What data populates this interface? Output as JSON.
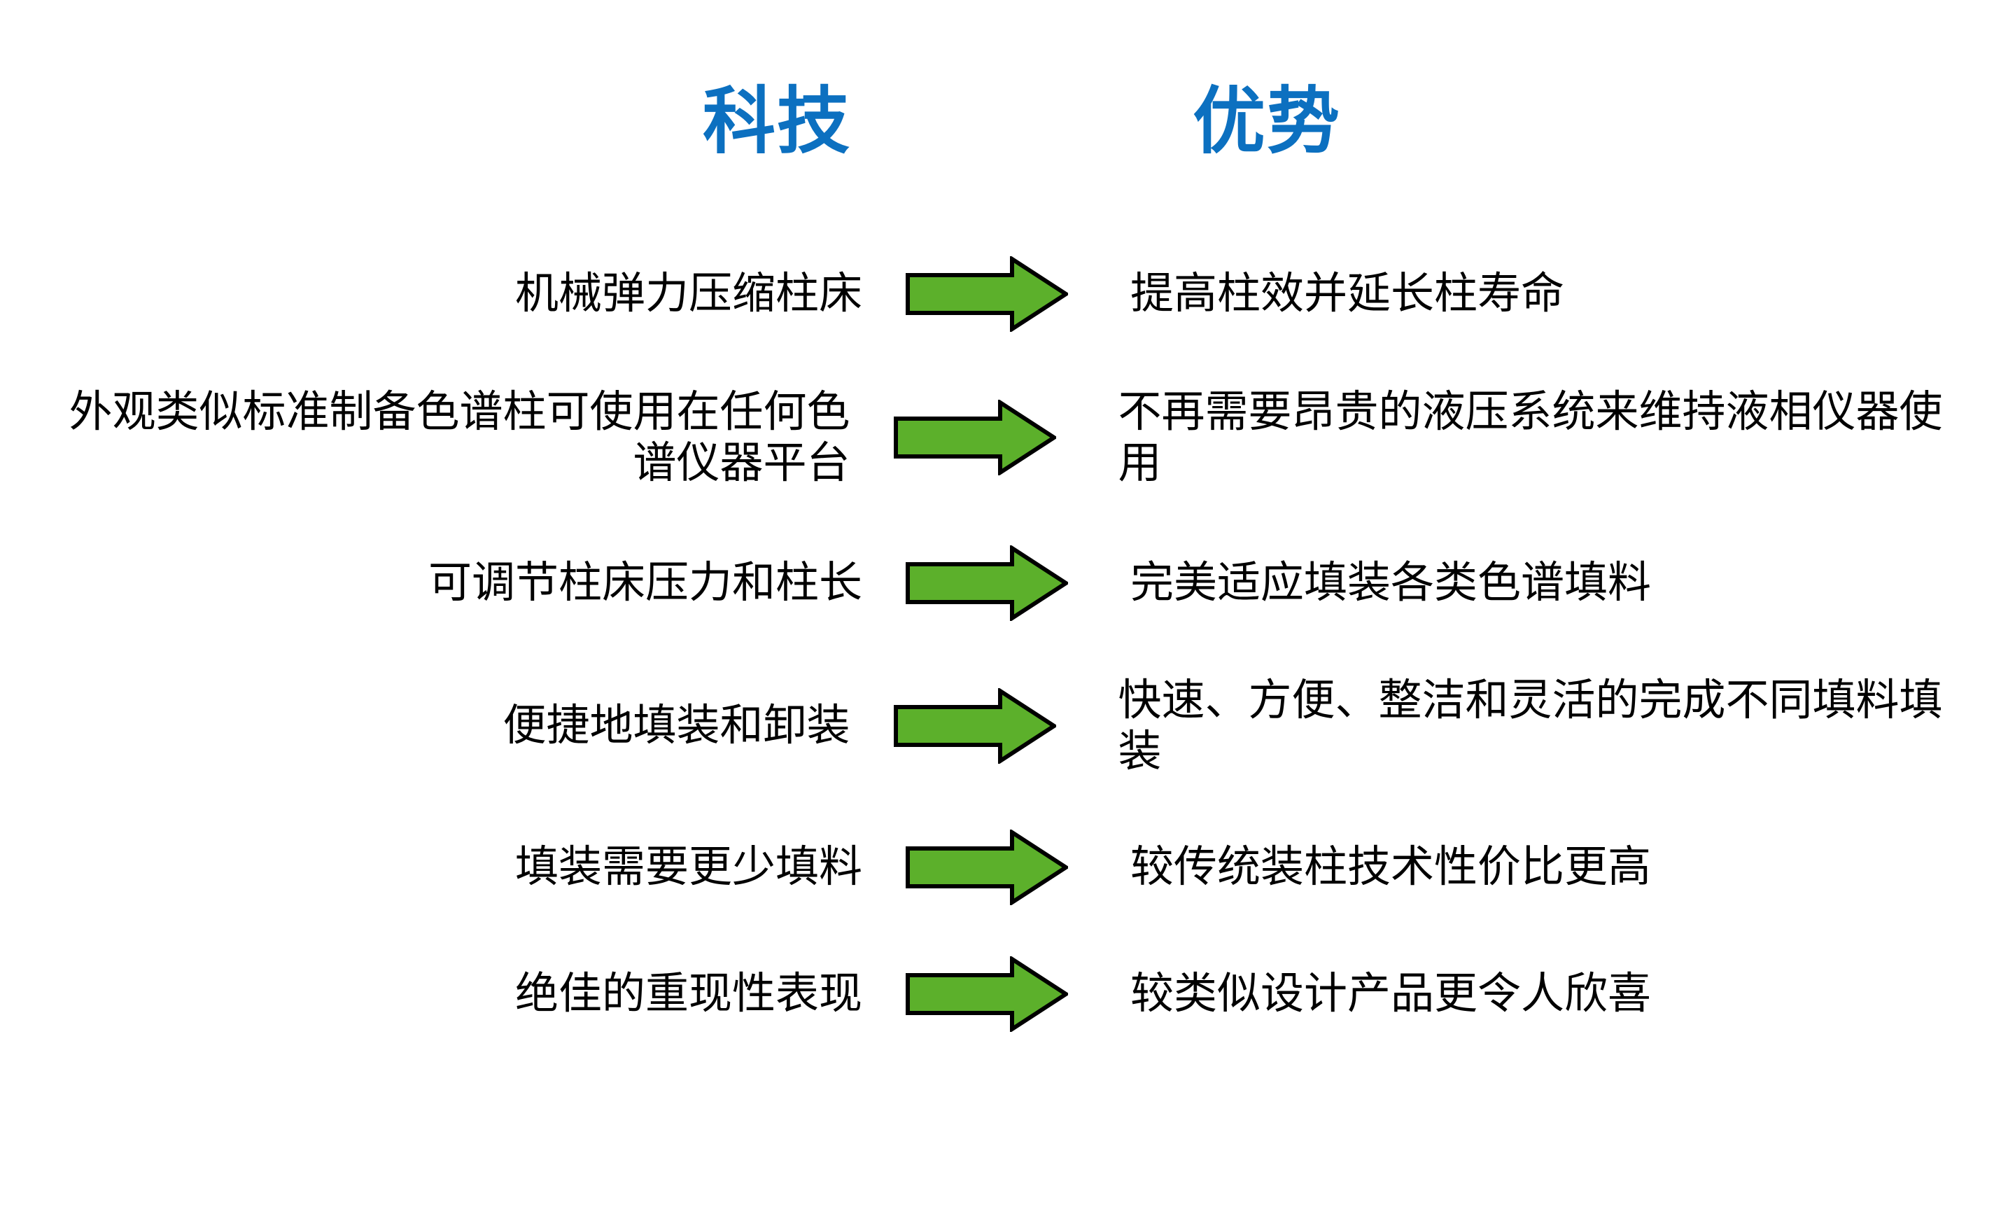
{
  "slide": {
    "background_color": "#FFFFFF",
    "header_color": "#0C70C0",
    "arrow_fill_color": "#5CB02B",
    "arrow_stroke_color": "#000000",
    "body_text_color": "#000000"
  },
  "headers": {
    "left_column": "科技",
    "right_column": "优势"
  },
  "rows": [
    {
      "technology": "机械弹力压缩柱床",
      "arrow": "right-arrow-icon",
      "advantage": "提高柱效并延长柱寿命"
    },
    {
      "technology": "外观类似标准制备色谱柱可使用在任何色谱仪器平台",
      "arrow": "right-arrow-icon",
      "advantage": "不再需要昂贵的液压系统来维持液相仪器使用"
    },
    {
      "technology": "可调节柱床压力和柱长",
      "arrow": "right-arrow-icon",
      "advantage": "完美适应填装各类色谱填料"
    },
    {
      "technology": "便捷地填装和卸装",
      "arrow": "right-arrow-icon",
      "advantage": "快速、方便、整洁和灵活的完成不同填料填装"
    },
    {
      "technology": "填装需要更少填料",
      "arrow": "right-arrow-icon",
      "advantage": "较传统装柱技术性价比更高"
    },
    {
      "technology": "绝佳的重现性表现",
      "arrow": "right-arrow-icon",
      "advantage": "较类似设计产品更令人欣喜"
    }
  ]
}
